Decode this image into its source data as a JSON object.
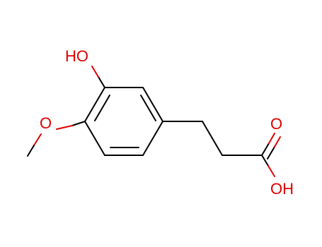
{
  "structure": {
    "atom_labels": {
      "hydroxyl_top": "HO",
      "methoxy_oxygen": "O",
      "carbonyl_oxygen": "O",
      "acid_hydroxyl": "OH"
    },
    "colors": {
      "bond": "#000000",
      "heteroatom": "#e00000",
      "background": "#ffffff"
    }
  }
}
